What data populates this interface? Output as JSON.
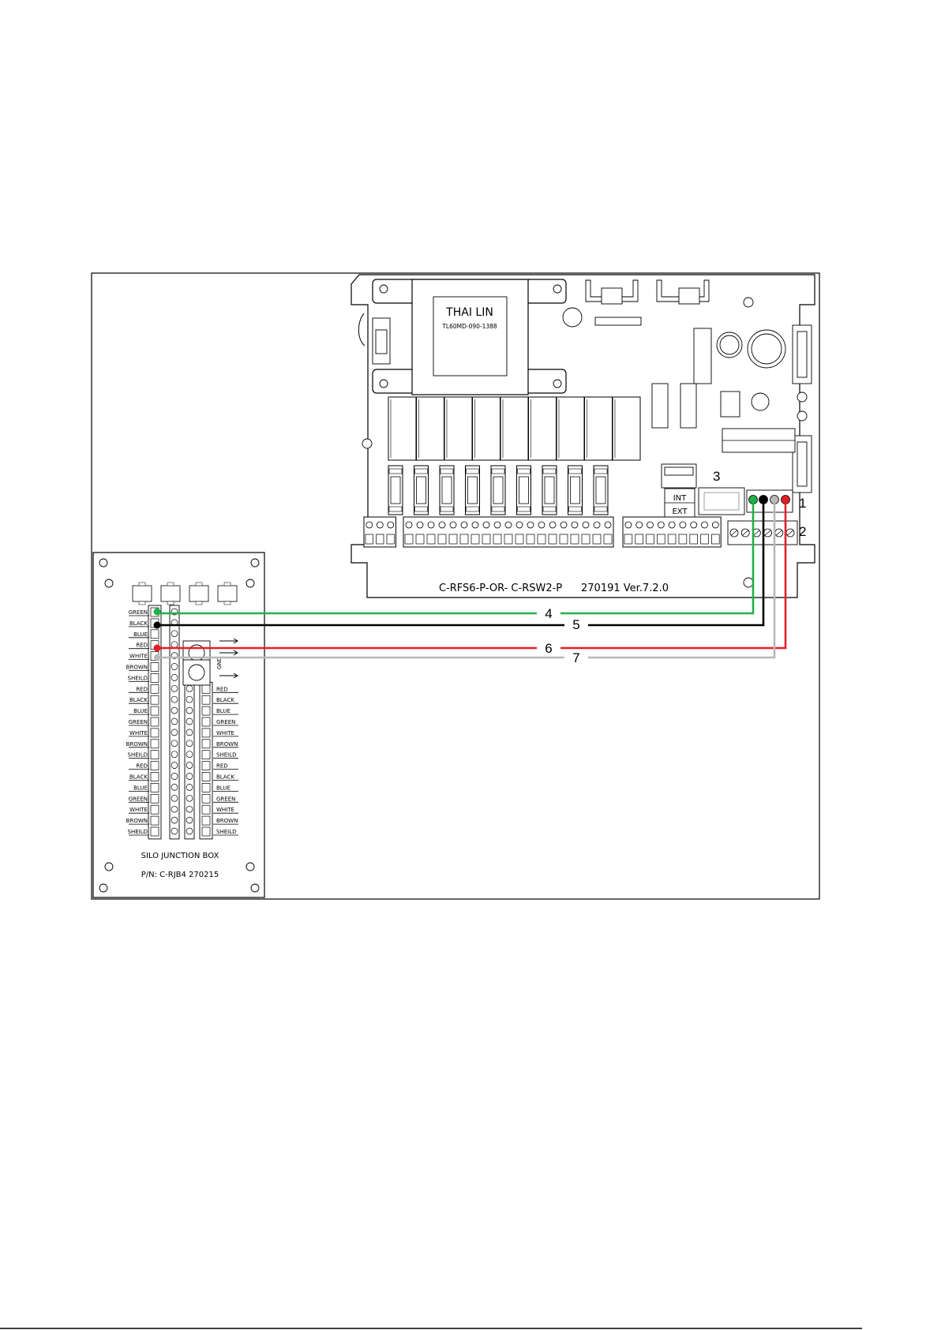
{
  "colors": {
    "green": "#22b04a",
    "black": "#000000",
    "red": "#e41e26",
    "grey": "#b8b8b8"
  },
  "controller": {
    "transformer_brand": "THAI LIN",
    "transformer_model": "TL60MD-090-1388",
    "board_label": "C-RFS6-P-OR- C-RSW2-P",
    "board_version": "270191 Ver.7.2.0",
    "switch_int": "INT",
    "switch_ext": "EXT",
    "relay_count": 9,
    "fuse_count": 9
  },
  "callouts": {
    "c1": "1",
    "c2": "2",
    "c3": "3",
    "w4": "4",
    "w5": "5",
    "w6": "6",
    "w7": "7"
  },
  "junction_box": {
    "title": "SILO JUNCTION BOX",
    "part": "P/N: C-RJB4   270215",
    "left_labels": [
      "GREEN",
      "BLACK",
      "BLUE",
      "RED",
      "WHITE",
      "BROWN",
      "SHEILD",
      "RED",
      "BLACK",
      "BLUE",
      "GREEN",
      "WHITE",
      "BROWN",
      "SHEILD",
      "RED",
      "BLACK",
      "BLUE",
      "GREEN",
      "WHITE",
      "BROWN",
      "SHEILD"
    ],
    "right_labels": [
      "RED",
      "BLACK",
      "BLUE",
      "GREEN",
      "WHITE",
      "BROWN",
      "SHEILD",
      "RED",
      "BLACK",
      "BLUE",
      "GREEN",
      "WHITE",
      "BROWN",
      "SHEILD"
    ],
    "gnd_label": "GND"
  }
}
